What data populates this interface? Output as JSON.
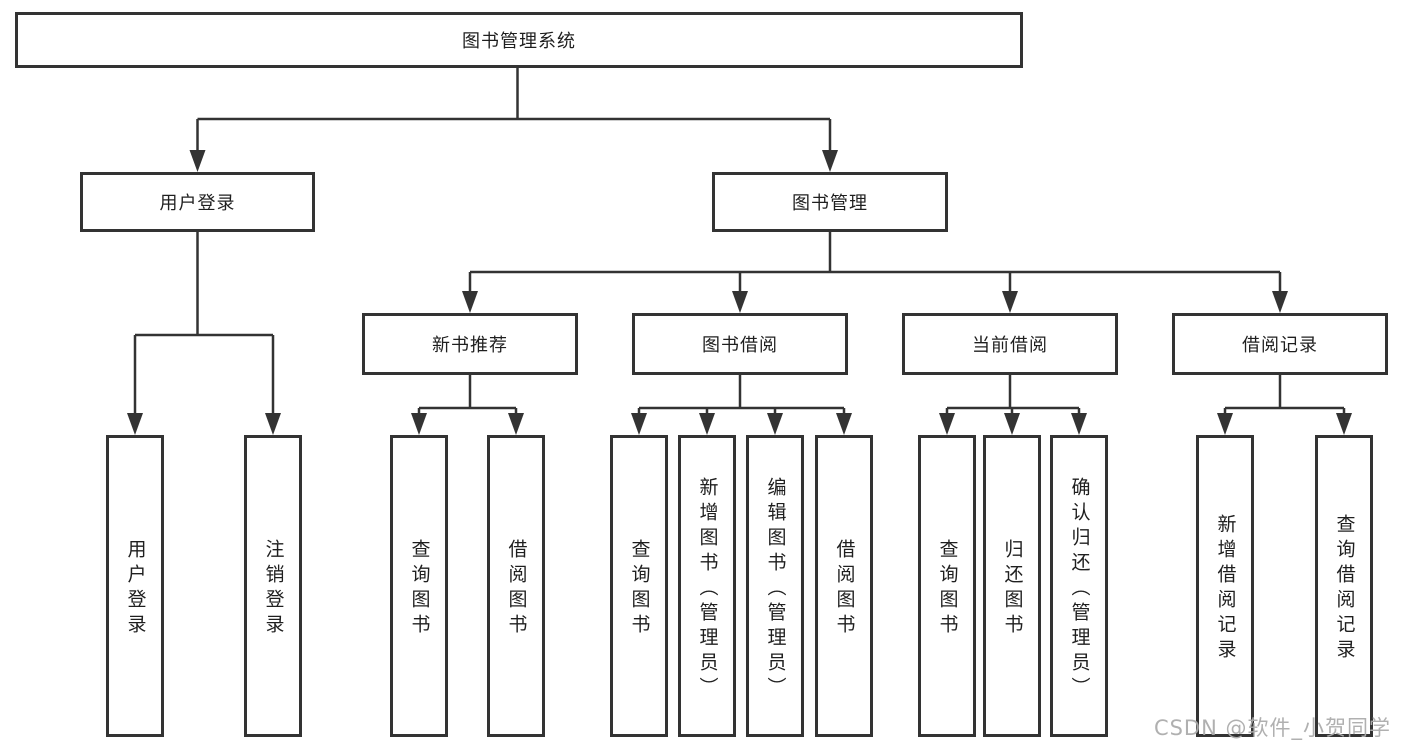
{
  "diagram": {
    "tree": {
      "label": "图书管理系统",
      "children": [
        {
          "label": "用户登录",
          "children": [
            {
              "label": "用户登录"
            },
            {
              "label": "注销登录"
            }
          ]
        },
        {
          "label": "图书管理",
          "children": [
            {
              "label": "新书推荐",
              "children": [
                {
                  "label": "查询图书"
                },
                {
                  "label": "借阅图书"
                }
              ]
            },
            {
              "label": "图书借阅",
              "children": [
                {
                  "label": "查询图书"
                },
                {
                  "label": "新增图书（管理员）"
                },
                {
                  "label": "编辑图书（管理员）"
                },
                {
                  "label": "借阅图书"
                }
              ]
            },
            {
              "label": "当前借阅",
              "children": [
                {
                  "label": "查询图书"
                },
                {
                  "label": "归还图书"
                },
                {
                  "label": "确认归还（管理员）"
                }
              ]
            },
            {
              "label": "借阅记录",
              "children": [
                {
                  "label": "新增借阅记录"
                },
                {
                  "label": "查询借阅记录"
                }
              ]
            }
          ]
        }
      ]
    }
  },
  "watermark": {
    "text": "CSDN @软件_小贺同学"
  },
  "colors": {
    "line": "#333333",
    "box_border": "#333333",
    "box_bg": "#ffffff",
    "text": "#1f1f1f",
    "watermark": "#acacac"
  }
}
